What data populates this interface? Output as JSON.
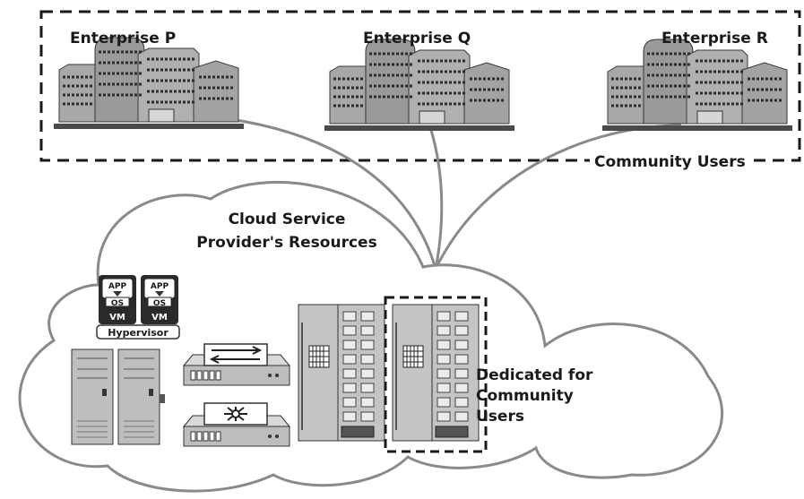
{
  "enterprises": [
    {
      "label": "Enterprise P"
    },
    {
      "label": "Enterprise Q"
    },
    {
      "label": "Enterprise R"
    }
  ],
  "community_users_label": "Community Users",
  "cloud_title_line1": "Cloud Service",
  "cloud_title_line2": "Provider's Resources",
  "vm_stack": {
    "app": "APP",
    "os": "OS",
    "vm": "VM"
  },
  "hypervisor_label": "Hypervisor",
  "dedicated_line1": "Dedicated for",
  "dedicated_line2": "Community",
  "dedicated_line3": "Users",
  "colors": {
    "outline": "#8a8a8a",
    "dark": "#1a1a1a",
    "equipment": "#bdbdbd",
    "equipment_dark": "#6f6f6f"
  }
}
